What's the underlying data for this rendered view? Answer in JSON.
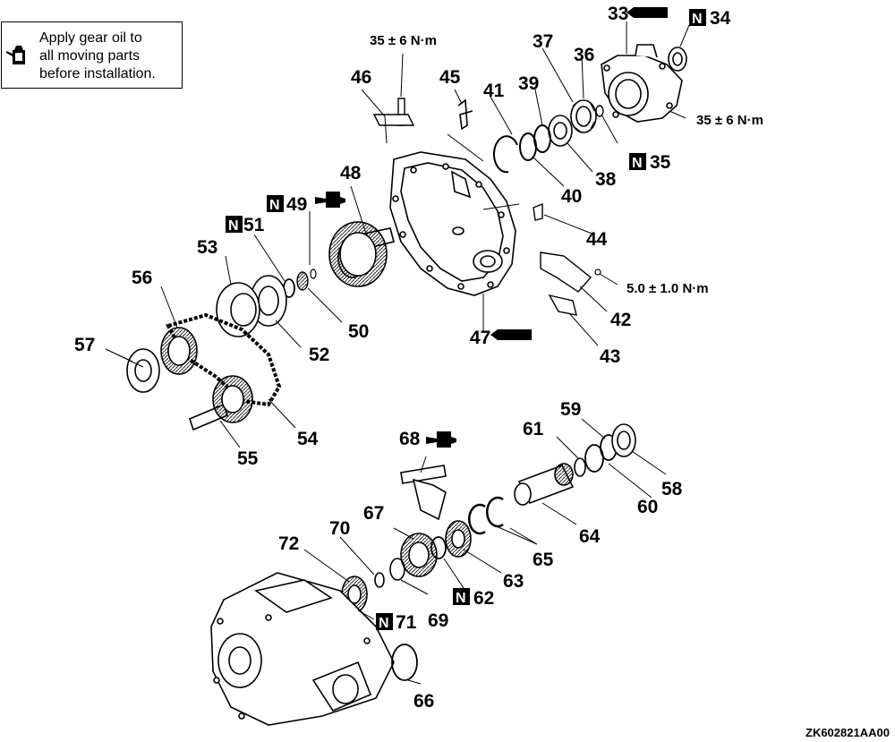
{
  "note": {
    "text": "Apply gear oil to\nall moving parts\nbefore installation.",
    "icon": "oil-can-icon"
  },
  "torque": {
    "t46": "35 ± 6 N·m",
    "t35": "35 ± 6 N·m",
    "t42": "5.0 ± 1.0 N·m"
  },
  "new_mark": "N",
  "labels": {
    "p33": "33",
    "p34": "34",
    "p35": "35",
    "p36": "36",
    "p37": "37",
    "p38": "38",
    "p39": "39",
    "p40": "40",
    "p41": "41",
    "p42": "42",
    "p43": "43",
    "p44": "44",
    "p45": "45",
    "p46": "46",
    "p47": "47",
    "p48": "48",
    "p49": "49",
    "p50": "50",
    "p51": "51",
    "p52": "52",
    "p53": "53",
    "p54": "54",
    "p55": "55",
    "p56": "56",
    "p57": "57",
    "p58": "58",
    "p59": "59",
    "p60": "60",
    "p61": "61",
    "p62": "62",
    "p63": "63",
    "p64": "64",
    "p65": "65",
    "p66": "66",
    "p67": "67",
    "p68": "68",
    "p69": "69",
    "p70": "70",
    "p71": "71",
    "p72": "72"
  },
  "figure_code": "ZK602821AA00"
}
